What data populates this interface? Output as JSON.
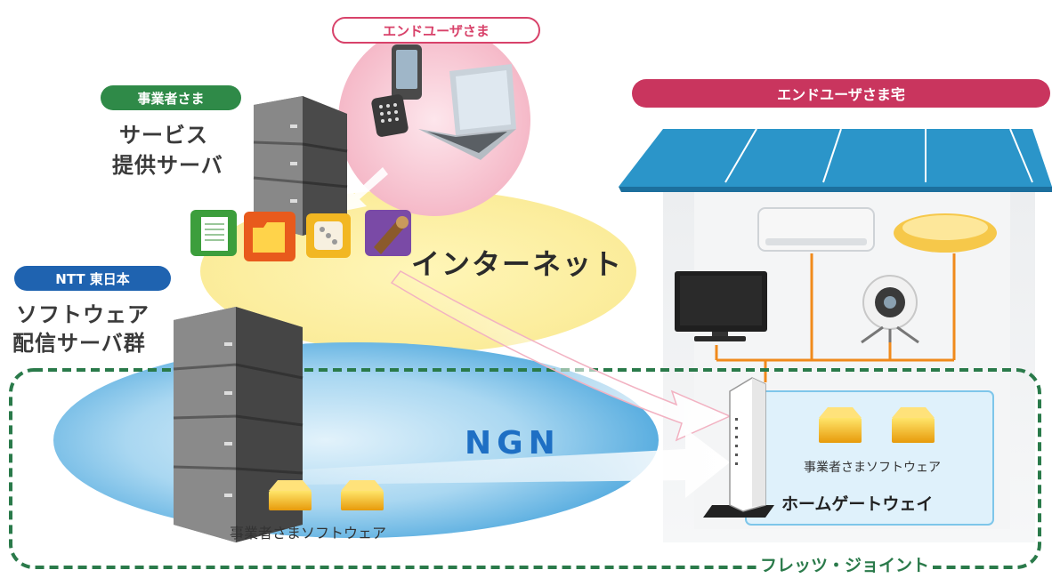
{
  "badges": {
    "end_user": "エンドユーザさま",
    "operator": "事業者さま",
    "ntt": "NTT 東日本",
    "end_user_home": "エンドユーザさま宅"
  },
  "labels": {
    "service_server_line1": "サービス",
    "service_server_line2": "提供サーバ",
    "software_server_line1": "ソフトウェア",
    "software_server_line2": "配信サーバ群",
    "internet": "インターネット",
    "ngn": "NGN",
    "operator_software_left": "事業者さまソフトウェア",
    "operator_software_home": "事業者さまソフトウェア",
    "home_gateway": "ホームゲートウェイ",
    "flets_joint": "フレッツ・ジョイント"
  },
  "colors": {
    "end_user_pink": "#d8426a",
    "operator_green": "#2f8a48",
    "ntt_blue": "#1f63b0",
    "dashed_green": "#2a7a4a",
    "ngn_blue": "#1e6fc4",
    "roof_blue": "#2b95c9",
    "wire_orange": "#f08a1c",
    "software_gold": "#f0b21a"
  },
  "icons": [
    "document-icon",
    "folder-icon",
    "dice-app-icon",
    "telescope-icon",
    "phone-icon",
    "laptop-icon",
    "air-conditioner-icon",
    "ceiling-light-icon",
    "tv-icon",
    "webcam-icon",
    "home-gateway-icon",
    "server-rack-icon"
  ]
}
